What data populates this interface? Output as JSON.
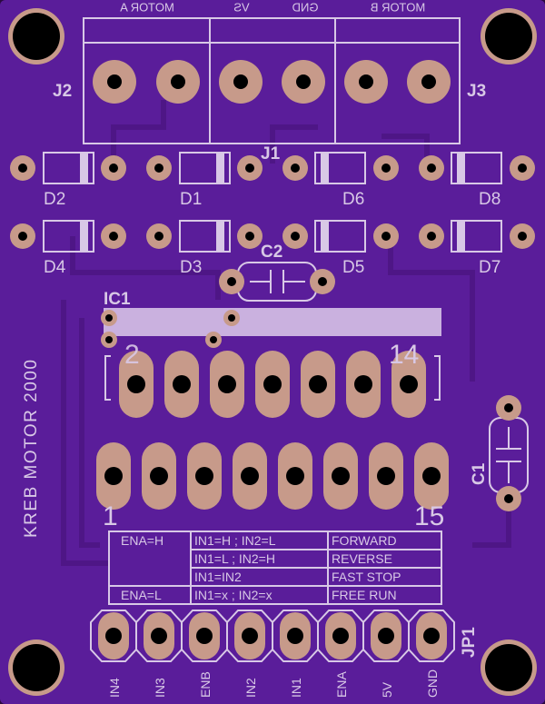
{
  "board": {
    "title": "KREB MOTOR 2000",
    "colors": {
      "board": "#5a1d9a",
      "trace": "#4e1686",
      "pad": "#c79a8a",
      "silk": "#d8c8e6",
      "hole": "#000000"
    }
  },
  "terminal": {
    "labels": [
      "MOTOR A",
      "VS",
      "GND",
      "MOTOR B"
    ],
    "j2": "J2",
    "j3": "J3",
    "j1": "J1"
  },
  "diodes": [
    "D2",
    "D1",
    "D6",
    "D8",
    "D4",
    "D3",
    "D5",
    "D7"
  ],
  "caps": {
    "c2": "C2",
    "c1": "C1"
  },
  "ic": {
    "ref": "IC1",
    "pin2": "2",
    "pin14": "14",
    "pin1": "1",
    "pin15": "15"
  },
  "truth_table": {
    "rows": [
      [
        "ENA=H",
        "IN1=H ; IN2=L",
        "FORWARD"
      ],
      [
        "",
        "IN1=L ; IN2=H",
        "REVERSE"
      ],
      [
        "",
        "IN1=IN2",
        "FAST STOP"
      ],
      [
        "ENA=L",
        "IN1=x ; IN2=x",
        "FREE RUN"
      ]
    ]
  },
  "header": {
    "ref": "JP1",
    "pins": [
      "IN4",
      "IN3",
      "ENB",
      "IN2",
      "IN1",
      "ENA",
      "5V",
      "GND"
    ]
  }
}
